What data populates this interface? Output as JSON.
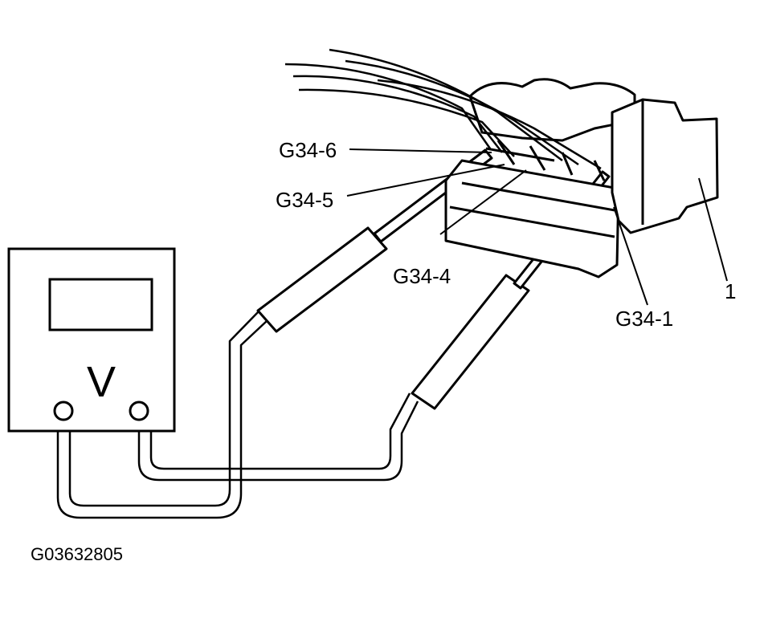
{
  "labels": {
    "pin6": "G34-6",
    "pin5": "G34-5",
    "pin4": "G34-4",
    "pin1": "G34-1",
    "connector": "1",
    "figure_id": "G03632805"
  },
  "meter": {
    "symbol": "V"
  },
  "colors": {
    "ink": "#000000",
    "paper": "#ffffff"
  }
}
